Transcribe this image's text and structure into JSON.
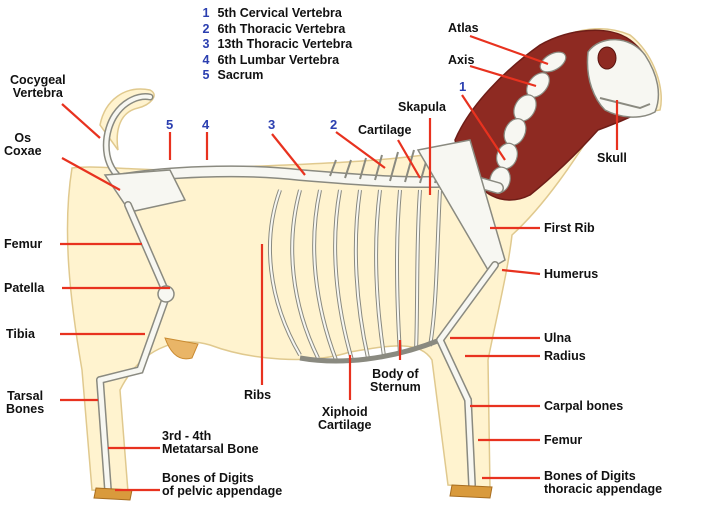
{
  "colors": {
    "leader_line": "#e8321f",
    "bone": "#f7f7f2",
    "bone_outline": "#8a8a80",
    "skin": "#fff3cf",
    "skin_outline": "#e0c98e",
    "muscle": "#8e2a22",
    "number": "#2b3fb0",
    "hoof": "#d99a3c"
  },
  "legend": [
    {
      "num": "1",
      "text": "5th Cervical Vertebra"
    },
    {
      "num": "2",
      "text": "6th Thoracic Vertebra"
    },
    {
      "num": "3",
      "text": "13th Thoracic Vertebra"
    },
    {
      "num": "4",
      "text": "6th Lumbar Vertebra"
    },
    {
      "num": "5",
      "text": "Sacrum"
    }
  ],
  "numbers": {
    "n1": "1",
    "n2": "2",
    "n3": "3",
    "n4": "4",
    "n5": "5"
  },
  "labels": {
    "atlas": "Atlas",
    "axis": "Axis",
    "skapula": "Skapula",
    "cartilage": "Cartilage",
    "skull": "Skull",
    "cocygeal_1": "Cocygeal",
    "cocygeal_2": "Vertebra",
    "os_coxae_1": "Os",
    "os_coxae_2": "Coxae",
    "femur_hind": "Femur",
    "patella": "Patella",
    "tibia": "Tibia",
    "tarsal_1": "Tarsal",
    "tarsal_2": "Bones",
    "metatarsal_1": "3rd - 4th",
    "metatarsal_2": "Metatarsal Bone",
    "digits_pelvic_1": "Bones of Digits",
    "digits_pelvic_2": "of pelvic appendage",
    "ribs": "Ribs",
    "xiphoid_1": "Xiphoid",
    "xiphoid_2": "Cartilage",
    "sternum_1": "Body of",
    "sternum_2": "Sternum",
    "first_rib": "First Rib",
    "humerus": "Humerus",
    "ulna": "Ulna",
    "radius": "Radius",
    "carpal": "Carpal bones",
    "femur_front": "Femur",
    "digits_thoracic_1": "Bones of Digits",
    "digits_thoracic_2": "thoracic appendage"
  }
}
